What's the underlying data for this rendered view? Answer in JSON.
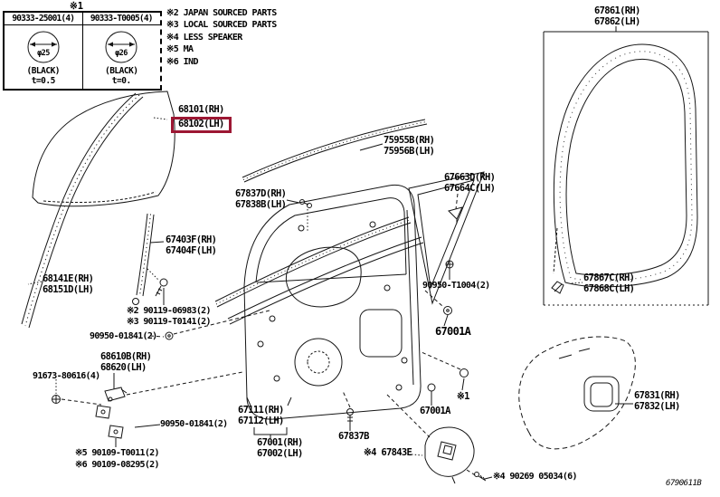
{
  "colors": {
    "highlight": "#9c1733",
    "line": "#151515"
  },
  "ref_table": {
    "ref": "※1",
    "columns": [
      {
        "part_no": "90333-25001(4)",
        "diameter": "φ25",
        "finish": "(BLACK)",
        "thickness": "t=0.5"
      },
      {
        "part_no": "90333-T0005(4)",
        "diameter": "φ26",
        "finish": "(BLACK)",
        "thickness": "t=0."
      }
    ]
  },
  "legend": [
    "※2 JAPAN SOURCED PARTS",
    "※3 LOCAL SOURCED PARTS",
    "※4 LESS SPEAKER",
    "※5 MA",
    "※6 IND"
  ],
  "labels": {
    "door_glass_rh": "68101(RH)",
    "door_glass_lh": "68102(LH)",
    "moulding_rh": "75955B(RH)",
    "moulding_lh": "75956B(LH)",
    "cushion_rh": "67837D(RH)",
    "cushion_lh": "67838B(LH)",
    "garnish_rh": "67663D(RH)",
    "garnish_lh": "67664C(LH)",
    "frame_rh": "67403F(RH)",
    "frame_lh": "67404F(LH)",
    "run_rh": "68141E(RH)",
    "run_lh": "68151D(LH)",
    "screw_jp": "※2 90119-06983(2)",
    "screw_local": "※3 90119-T0141(2)",
    "grommet_front": "90950-01841(2)",
    "check_rh": "68610B(RH)",
    "check_lh": "68620(LH)",
    "hinge_bolt": "91673-80616(4)",
    "grommet_lower": "90950-01841(2)",
    "bolt_ma": "※5 90109-T0011(2)",
    "bolt_ind": "※6 90109-08295(2)",
    "panel_rh": "67111(RH)",
    "panel_lh": "67112(LH)",
    "door_rh": "67001(RH)",
    "door_lh": "67002(LH)",
    "cushion_b": "67837B",
    "speaker_cover": "※4 67843E",
    "pad_lower": "67001A",
    "ref_mark": "※1",
    "grommet_t1004": "90950-T1004(2)",
    "pad_upper": "67001A",
    "ws_rh": "67861(RH)",
    "ws_lh": "67862(LH)",
    "retainer_rh": "67867C(RH)",
    "retainer_lh": "67868C(LH)",
    "cover_rh": "67831(RH)",
    "cover_lh": "67832(LH)",
    "screw_speaker": "※4 90269 05034(6)",
    "drawing_code": "6790611B"
  }
}
